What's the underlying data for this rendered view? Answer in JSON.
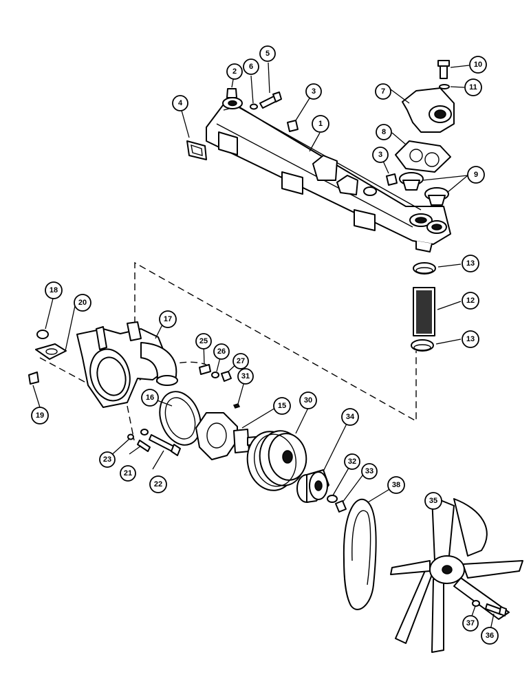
{
  "callouts": {
    "c1": "1",
    "c2": "2",
    "c3a": "3",
    "c3b": "3",
    "c4": "4",
    "c5": "5",
    "c6": "6",
    "c7": "7",
    "c8": "8",
    "c9": "9",
    "c10": "10",
    "c11": "11",
    "c12": "12",
    "c13a": "13",
    "c13b": "13",
    "c15": "15",
    "c16": "16",
    "c17": "17",
    "c18": "18",
    "c19": "19",
    "c20": "20",
    "c21": "21",
    "c22": "22",
    "c23": "23",
    "c25": "25",
    "c26": "26",
    "c27": "27",
    "c30": "30",
    "c31": "31",
    "c32": "32",
    "c33": "33",
    "c34": "34",
    "c35": "35",
    "c36": "36",
    "c37": "37",
    "c38": "38"
  }
}
